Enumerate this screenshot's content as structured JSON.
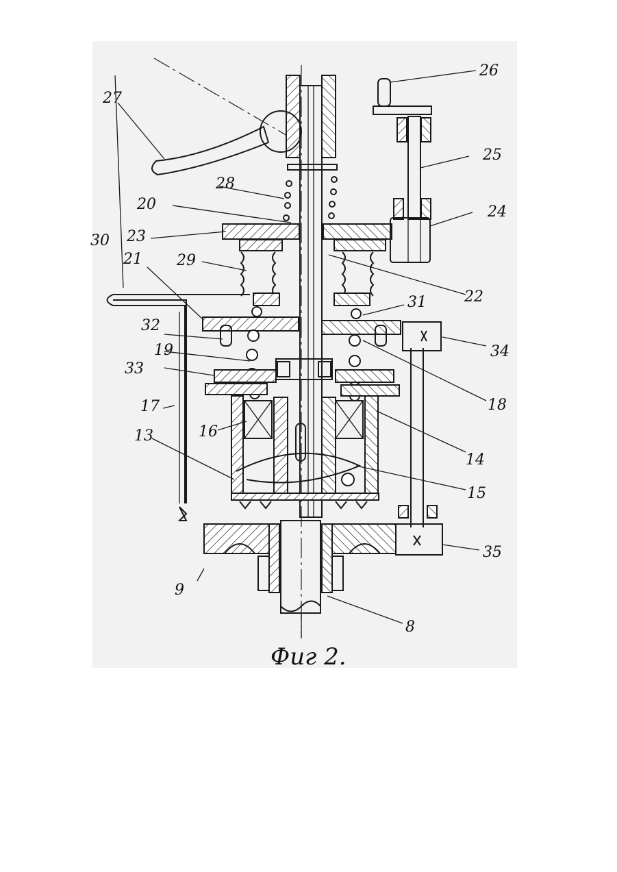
{
  "figure": {
    "caption": "Фиг 2.",
    "labels": {
      "l8": "8",
      "l9": "9",
      "l13": "13",
      "l14": "14",
      "l15": "15",
      "l16": "16",
      "l17": "17",
      "l18": "18",
      "l19": "19",
      "l20": "20",
      "l21": "21",
      "l22": "22",
      "l23": "23",
      "l24": "24",
      "l25": "25",
      "l26": "26",
      "l27": "27",
      "l28": "28",
      "l29": "29",
      "l30": "30",
      "l31": "31",
      "l32": "32",
      "l33": "33",
      "l34": "34",
      "l35": "35"
    }
  }
}
